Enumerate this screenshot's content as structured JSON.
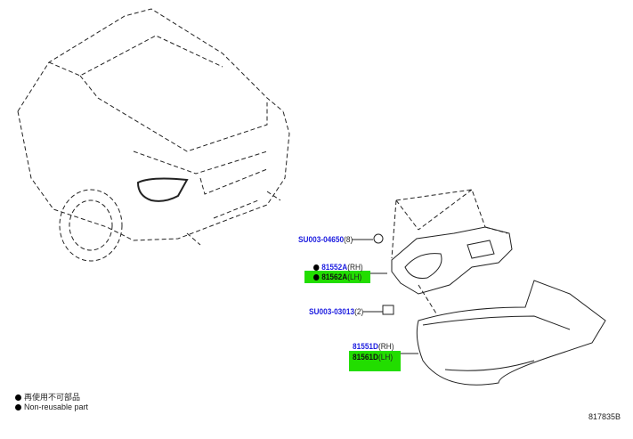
{
  "callouts": {
    "clip_top": {
      "part": "SU003-04650",
      "qty": "(8)"
    },
    "gasket_rh": {
      "part": "81552A",
      "side": "(RH)"
    },
    "gasket_lh": {
      "part": "81562A",
      "side": "(LH)"
    },
    "clip_bottom": {
      "part": "SU003-03013",
      "qty": "(2)"
    },
    "lamp_rh": {
      "part": "81551D",
      "side": "(RH)"
    },
    "lamp_lh": {
      "part": "81561D",
      "side": "(LH)"
    }
  },
  "legend": {
    "jp": "再使用不可部品",
    "en": "Non-reusable part"
  },
  "diagram_id": "817835B",
  "colors": {
    "highlight": "#22dd00",
    "part_link": "#2020e0"
  }
}
